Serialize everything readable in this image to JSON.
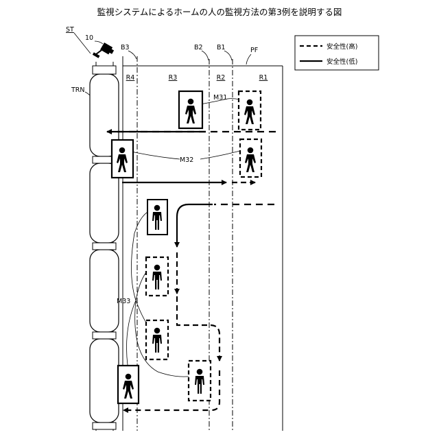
{
  "title": "監視システムによるホームの人の監視方法の第3例を説明する図",
  "labels": {
    "st": "ST",
    "camera_ref": "10",
    "trn": "TRN",
    "pf": "PF",
    "b3": "B3",
    "b2": "B2",
    "b1": "B1",
    "r4": "R4",
    "r3": "R3",
    "r2": "R2",
    "r1": "R1",
    "m31": "M31",
    "m32": "M32",
    "m33": "M33"
  },
  "legend": {
    "high": "安全性(高)",
    "low": "安全性(低)"
  }
}
